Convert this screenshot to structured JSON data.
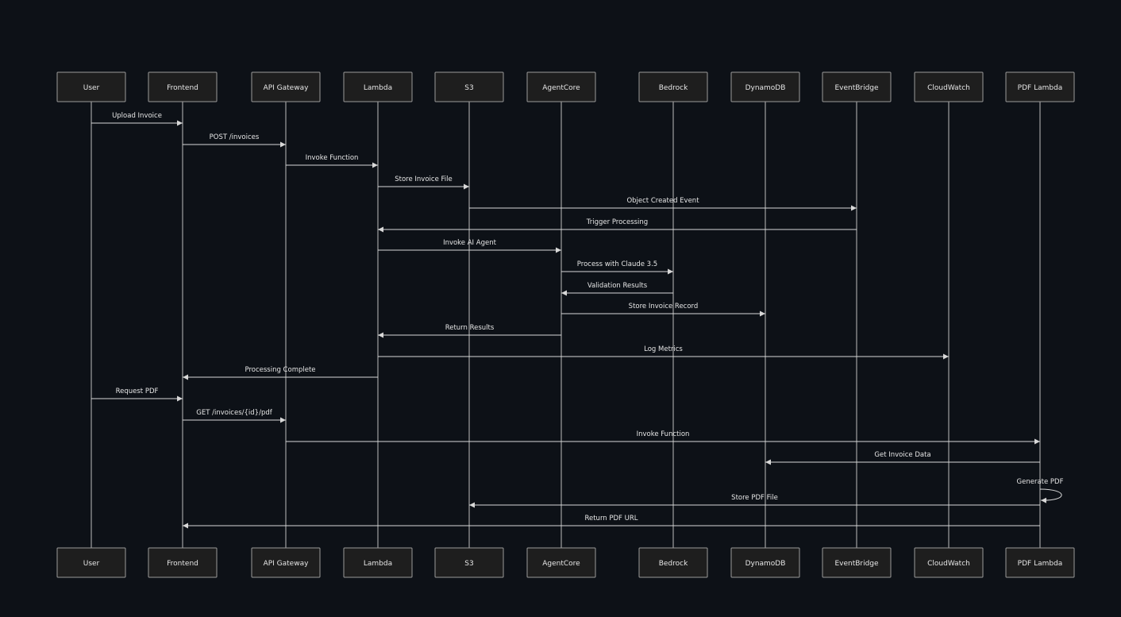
{
  "diagram": {
    "participants": [
      {
        "id": "user",
        "label": "User"
      },
      {
        "id": "frontend",
        "label": "Frontend"
      },
      {
        "id": "apigw",
        "label": "API Gateway"
      },
      {
        "id": "lambda",
        "label": "Lambda"
      },
      {
        "id": "s3",
        "label": "S3"
      },
      {
        "id": "agentcore",
        "label": "AgentCore"
      },
      {
        "id": "bedrock",
        "label": "Bedrock"
      },
      {
        "id": "dynamodb",
        "label": "DynamoDB"
      },
      {
        "id": "eventbridge",
        "label": "EventBridge"
      },
      {
        "id": "cloudwatch",
        "label": "CloudWatch"
      },
      {
        "id": "pdflambda",
        "label": "PDF Lambda"
      }
    ],
    "messages": [
      {
        "from": "user",
        "to": "frontend",
        "label": "Upload Invoice"
      },
      {
        "from": "frontend",
        "to": "apigw",
        "label": "POST /invoices"
      },
      {
        "from": "apigw",
        "to": "lambda",
        "label": "Invoke Function"
      },
      {
        "from": "lambda",
        "to": "s3",
        "label": "Store Invoice File"
      },
      {
        "from": "s3",
        "to": "eventbridge",
        "label": "Object Created Event"
      },
      {
        "from": "eventbridge",
        "to": "lambda",
        "label": "Trigger Processing"
      },
      {
        "from": "lambda",
        "to": "agentcore",
        "label": "Invoke AI Agent"
      },
      {
        "from": "agentcore",
        "to": "bedrock",
        "label": "Process with Claude 3.5"
      },
      {
        "from": "bedrock",
        "to": "agentcore",
        "label": "Validation Results"
      },
      {
        "from": "agentcore",
        "to": "dynamodb",
        "label": "Store Invoice Record"
      },
      {
        "from": "agentcore",
        "to": "lambda",
        "label": "Return Results"
      },
      {
        "from": "lambda",
        "to": "cloudwatch",
        "label": "Log Metrics"
      },
      {
        "from": "lambda",
        "to": "frontend",
        "label": "Processing Complete"
      },
      {
        "from": "user",
        "to": "frontend",
        "label": "Request PDF"
      },
      {
        "from": "frontend",
        "to": "apigw",
        "label": "GET /invoices/{id}/pdf"
      },
      {
        "from": "apigw",
        "to": "pdflambda",
        "label": "Invoke Function"
      },
      {
        "from": "pdflambda",
        "to": "dynamodb",
        "label": "Get Invoice Data"
      },
      {
        "from": "pdflambda",
        "to": "pdflambda",
        "label": "Generate PDF"
      },
      {
        "from": "pdflambda",
        "to": "s3",
        "label": "Store PDF File"
      },
      {
        "from": "pdflambda",
        "to": "frontend",
        "label": "Return PDF URL"
      }
    ]
  }
}
